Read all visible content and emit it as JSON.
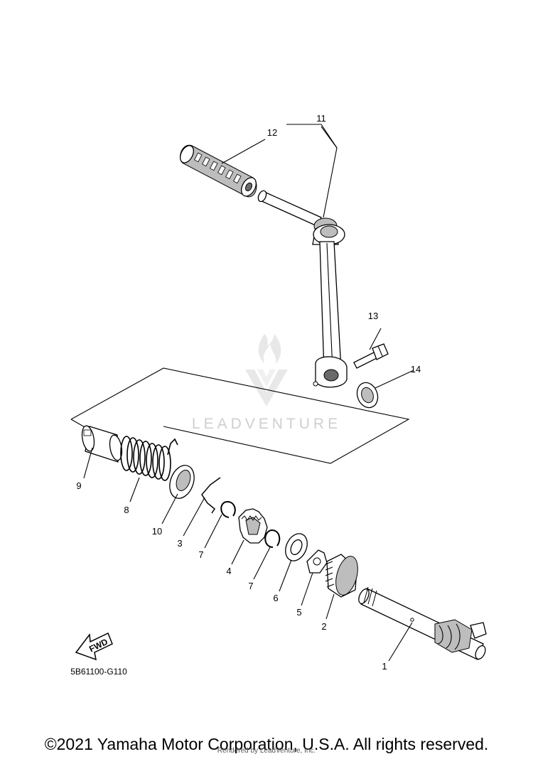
{
  "diagram": {
    "code": "5B61100-G110",
    "fwd_label": "FWD",
    "callouts": [
      "1",
      "2",
      "3",
      "4",
      "5",
      "6",
      "7",
      "7",
      "8",
      "9",
      "10",
      "11",
      "12",
      "13",
      "14"
    ]
  },
  "watermark": {
    "text": "LEADVENTURE"
  },
  "footer": {
    "copyright": "©2021 Yamaha Motor Corporation, U.S.A. All rights reserved.",
    "rendered": "Rendered by LeadVenture, Inc."
  },
  "icons": [
    "fwd-arrow-icon",
    "leadventure-logo-icon"
  ]
}
